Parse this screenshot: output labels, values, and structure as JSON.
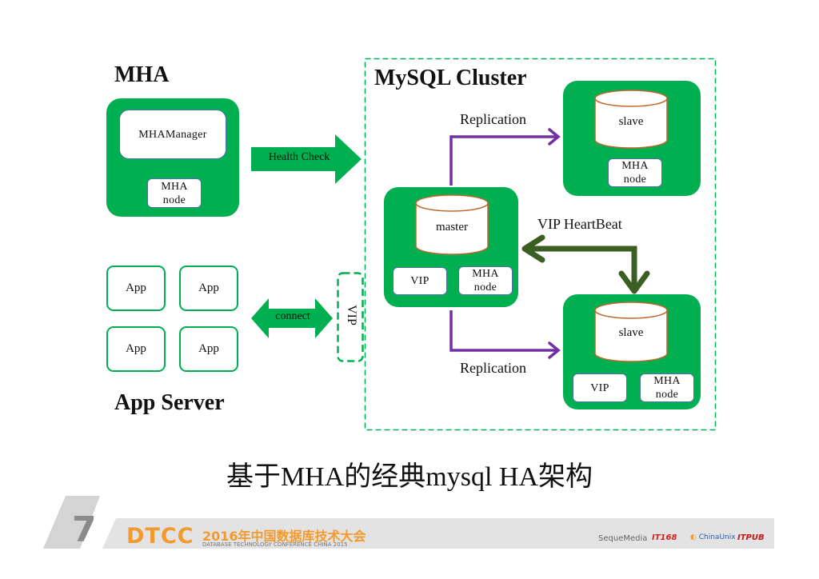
{
  "diagram": {
    "mha": {
      "title": "MHA",
      "manager_label": "MHAManager",
      "node_label_line1": "MHA",
      "node_label_line2": "node"
    },
    "health_check_label": "Health Check",
    "cluster": {
      "title": "MySQL Cluster",
      "master": {
        "db_label": "master",
        "vip_label": "VIP",
        "node_label_line1": "MHA",
        "node_label_line2": "node"
      },
      "slave_top": {
        "db_label": "slave",
        "node_label_line1": "MHA",
        "node_label_line2": "node"
      },
      "slave_bottom": {
        "db_label": "slave",
        "vip_label": "VIP",
        "node_label_line1": "MHA",
        "node_label_line2": "node"
      },
      "replication_top_label": "Replication",
      "replication_bottom_label": "Replication",
      "heartbeat_label": "VIP HeartBeat"
    },
    "app_server": {
      "title": "App Server",
      "apps": [
        "App",
        "App",
        "App",
        "App"
      ]
    },
    "connect_label": "connect",
    "vip_label": "VIP",
    "caption": "基于MHA的经典mysql HA架构"
  },
  "colors": {
    "green": "#00b050",
    "purple": "#7030a0",
    "dark_green": "#3b5e23",
    "orange": "#f29a2e"
  },
  "footer": {
    "logo": "DTCC",
    "conference_title": "2016年中国数据库技术大会",
    "conference_subtitle": "DATABASE TECHNOLOGY CONFERENCE CHINA 2015",
    "sponsors": [
      "SequeMedia",
      "IT168",
      "ChinaUnix",
      "ITPUB"
    ]
  }
}
